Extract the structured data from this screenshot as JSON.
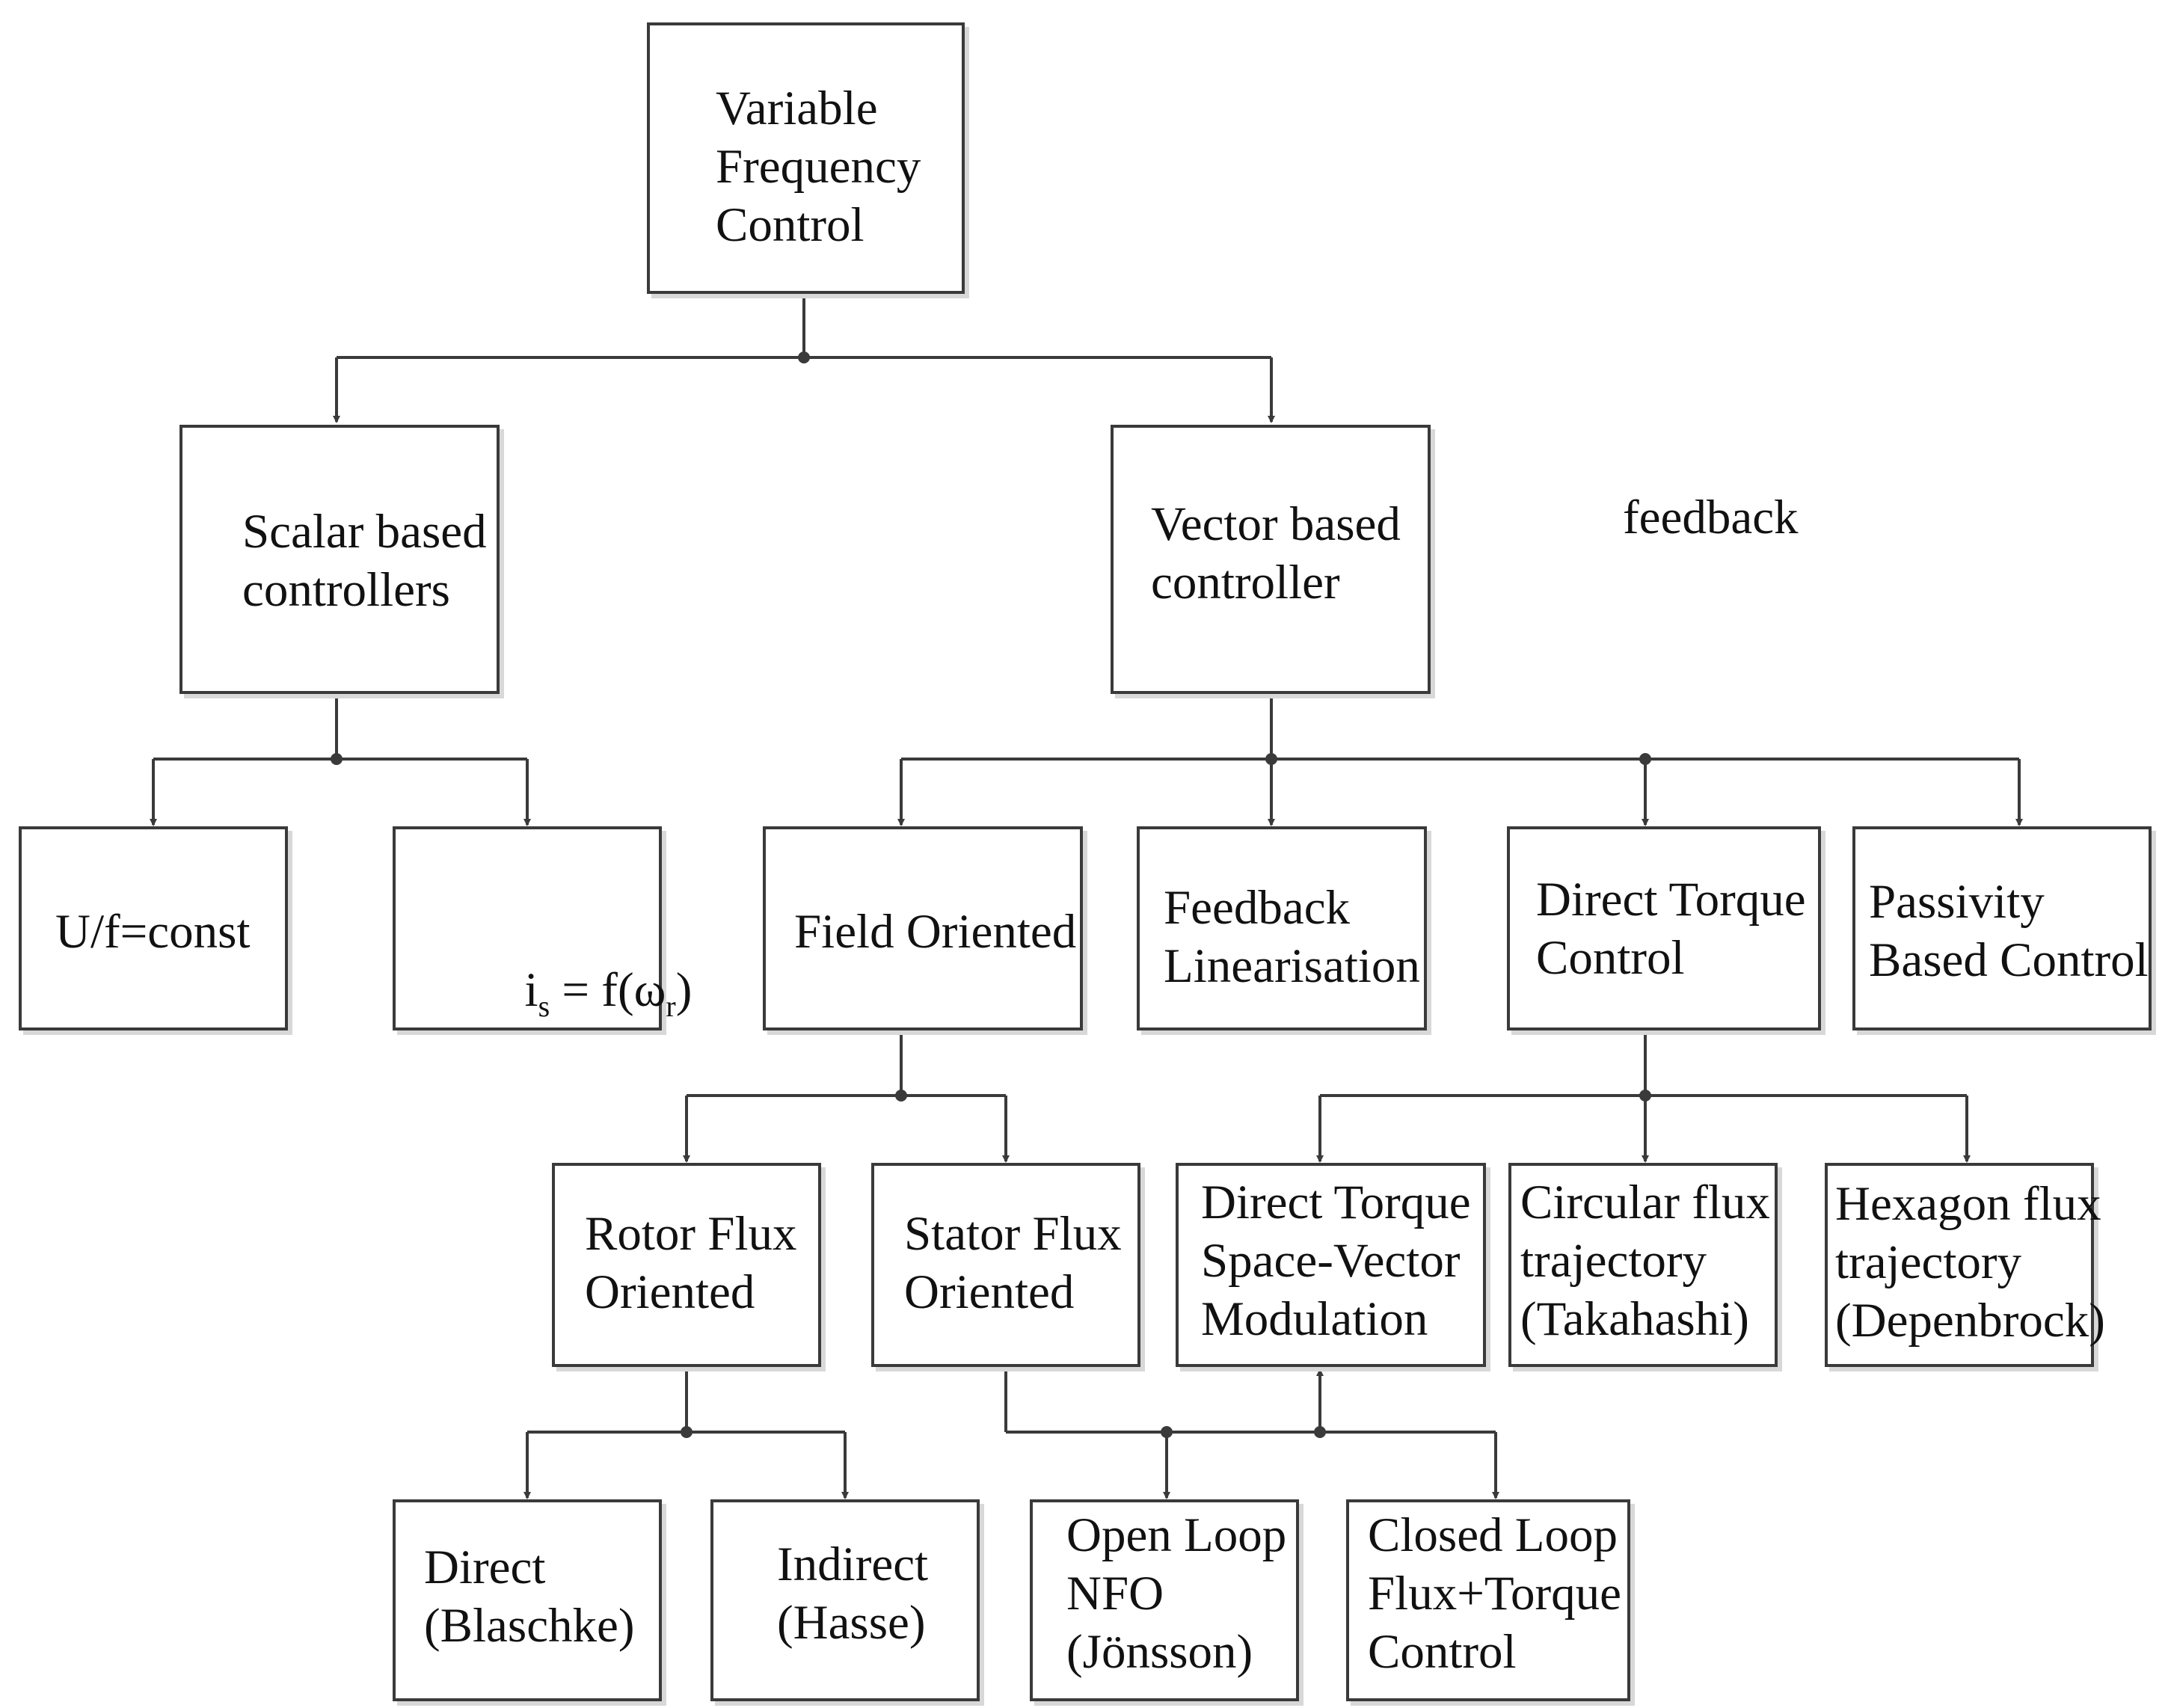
{
  "root": {
    "label": "Variable\nFrequency\nControl"
  },
  "level1": {
    "scalar": {
      "label": "Scalar based\ncontrollers"
    },
    "vector": {
      "label": "Vector based\ncontroller"
    },
    "floating_note": "feedback"
  },
  "scalar_children": {
    "uf_const": {
      "label": "U/f=const"
    },
    "is_fwr": {
      "i": "i",
      "i_sub": "s",
      "eq": " = f(",
      "omega": "ω",
      "omega_sub": "r",
      "close": ")"
    }
  },
  "vector_children": {
    "field_oriented": {
      "label": "Field Oriented"
    },
    "feedback_linearisation": {
      "label": "Feedback\nLinearisation"
    },
    "direct_torque_control": {
      "label": "Direct Torque\nControl"
    },
    "passivity_based_control": {
      "label": "Passivity\nBased Control"
    }
  },
  "fo_children": {
    "rotor_flux_oriented": {
      "label": "Rotor Flux\nOriented"
    },
    "stator_flux_oriented": {
      "label": "Stator Flux\nOriented"
    }
  },
  "dtc_children": {
    "dt_svm": {
      "label": "Direct Torque\nSpace-Vector\nModulation"
    },
    "circular_flux": {
      "label": "Circular flux\ntrajectory\n(Takahashi)"
    },
    "hexagon_flux": {
      "label": "Hexagon flux\ntrajectory\n(Depenbrock)"
    }
  },
  "rfo_children": {
    "direct": {
      "label": "Direct\n(Blaschke)"
    },
    "indirect": {
      "label": "Indirect\n(Hasse)"
    }
  },
  "sfo_children": {
    "open_loop_nfo": {
      "label": "Open Loop\nNFO\n(Jönsson)"
    },
    "closed_loop": {
      "label": "Closed Loop\nFlux+Torque\nControl"
    }
  },
  "colors": {
    "line": "#3a3a3a",
    "box_border": "#3a3a3a",
    "shadow": "#d8d8d8",
    "text": "#111111"
  }
}
